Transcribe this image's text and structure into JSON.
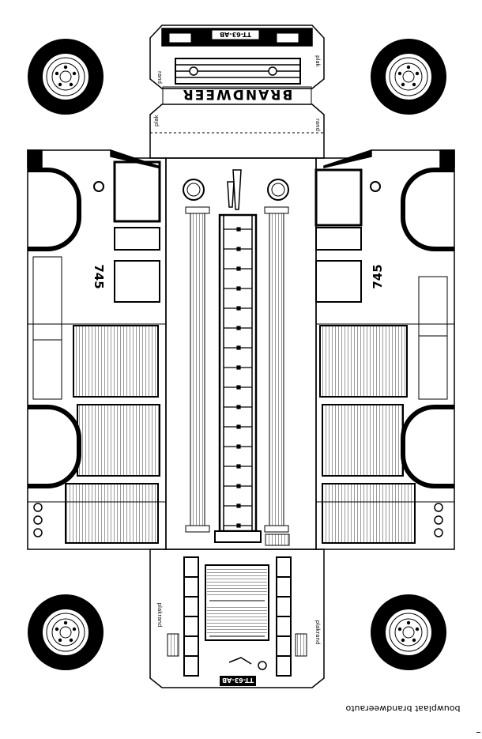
{
  "caption": "bouwplaat brandweerauto",
  "cab": {
    "plate": "TT-63-AB",
    "brand": "BRANDWEER",
    "plak_label": "plak",
    "rand_label": "rand"
  },
  "sides": {
    "number": "745"
  },
  "rear": {
    "plate": "TT-63-AB",
    "plakrand_label": "plakrand"
  }
}
